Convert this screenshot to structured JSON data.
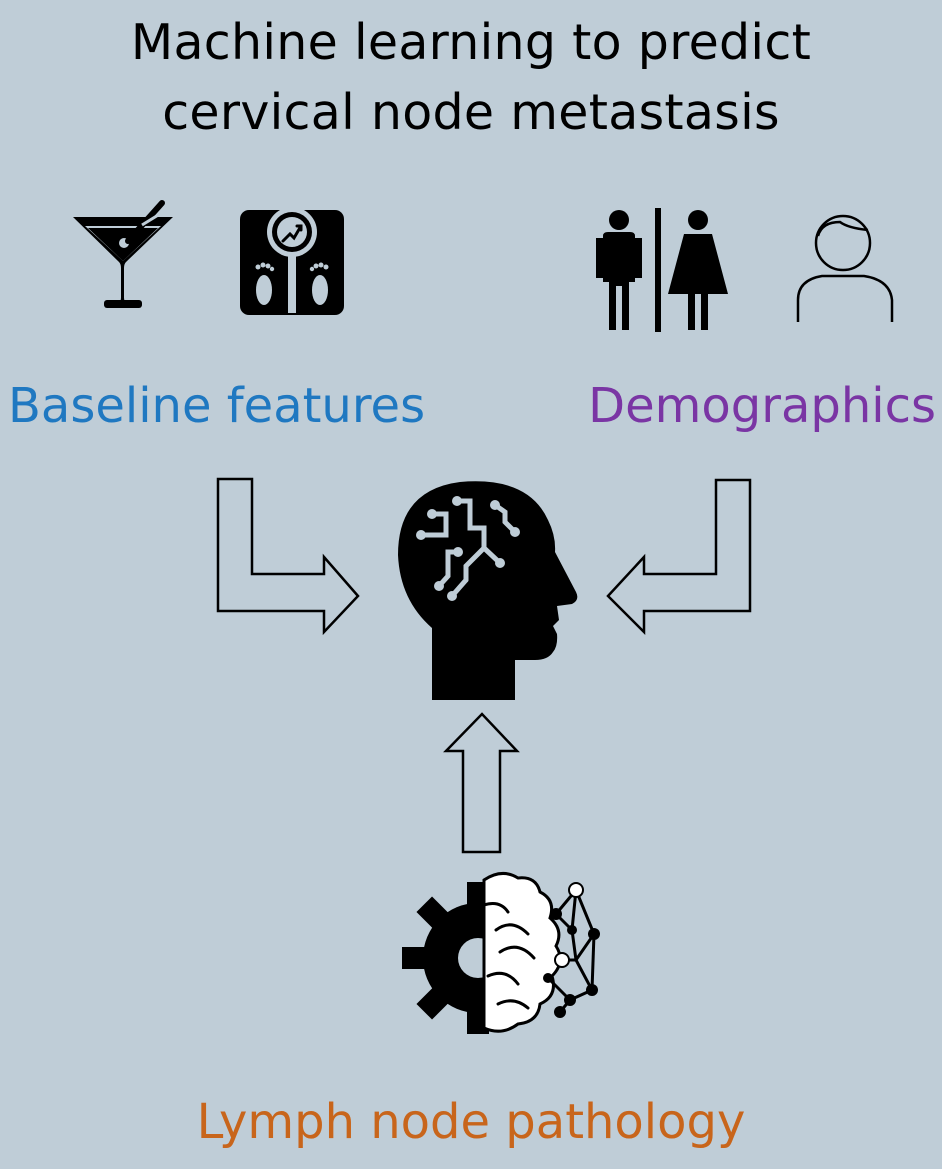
{
  "title": {
    "line1": "Machine learning to predict",
    "line2": "cervical node metastasis"
  },
  "labels": {
    "baseline": "Baseline features",
    "demographics": "Demographics",
    "lymph": "Lymph node pathology"
  },
  "colors": {
    "background": "#bfcdd7",
    "baseline": "#1f78c1",
    "demographics": "#7a35a4",
    "lymph": "#c8651b",
    "icon": "#000000"
  },
  "icons": {
    "baseline": [
      "cocktail-glass-icon",
      "weight-scale-icon"
    ],
    "demographics": [
      "male-female-icon",
      "person-icon"
    ],
    "center": "ai-head-icon",
    "bottom": "gear-brain-network-icon"
  }
}
